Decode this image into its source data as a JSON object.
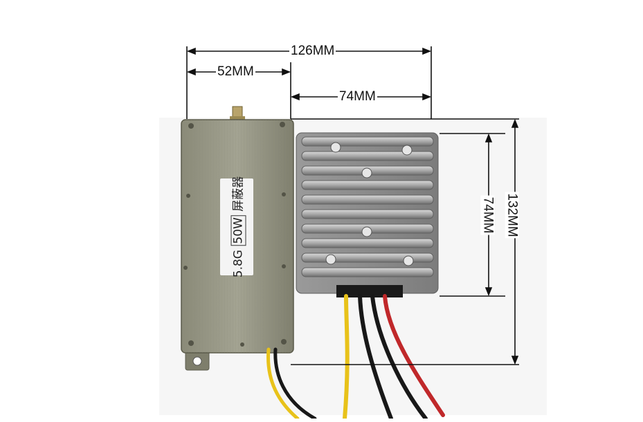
{
  "dimensions": {
    "overall_width": "126MM",
    "left_module_width": "52MM",
    "right_module_width": "74MM",
    "right_module_height": "74MM",
    "overall_height": "132MM"
  },
  "product_label": {
    "freq": "5.8G",
    "power": "50W",
    "name": "屏蔽器"
  }
}
